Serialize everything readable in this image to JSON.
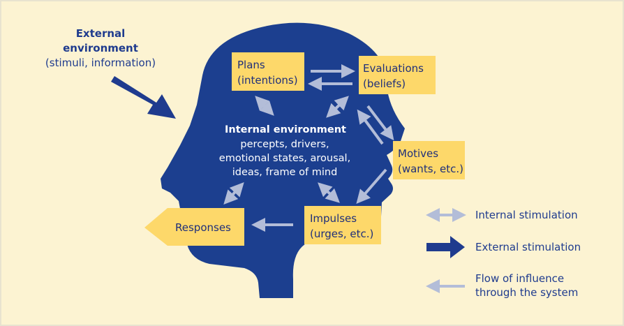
{
  "external_environment": {
    "title_line1": "External",
    "title_line2": "environment",
    "subtitle": "(stimuli, information)"
  },
  "internal_environment": {
    "title": "Internal environment",
    "lines": [
      "percepts, drivers,",
      "emotional states, arousal,",
      "ideas, frame of mind"
    ]
  },
  "boxes": {
    "plans": {
      "line1": "Plans",
      "line2": "(intentions)"
    },
    "evaluations": {
      "line1": "Evaluations",
      "line2": "(beliefs)"
    },
    "motives": {
      "line1": "Motives",
      "line2": "(wants, etc.)"
    },
    "impulses": {
      "line1": "Impulses",
      "line2": "(urges, etc.)"
    },
    "responses": {
      "label": "Responses"
    }
  },
  "legend": {
    "internal": "Internal stimulation",
    "external": "External stimulation",
    "flow_line1": "Flow of influence",
    "flow_line2": "through the system"
  },
  "colors": {
    "background": "#fcf3d2",
    "head": "#1c3f8f",
    "box": "#fdd86a",
    "arrow_light": "#b3bdd8",
    "arrow_dark": "#1f3b8e",
    "box_text": "#1f2f7a",
    "border": "#e8e3cf"
  }
}
